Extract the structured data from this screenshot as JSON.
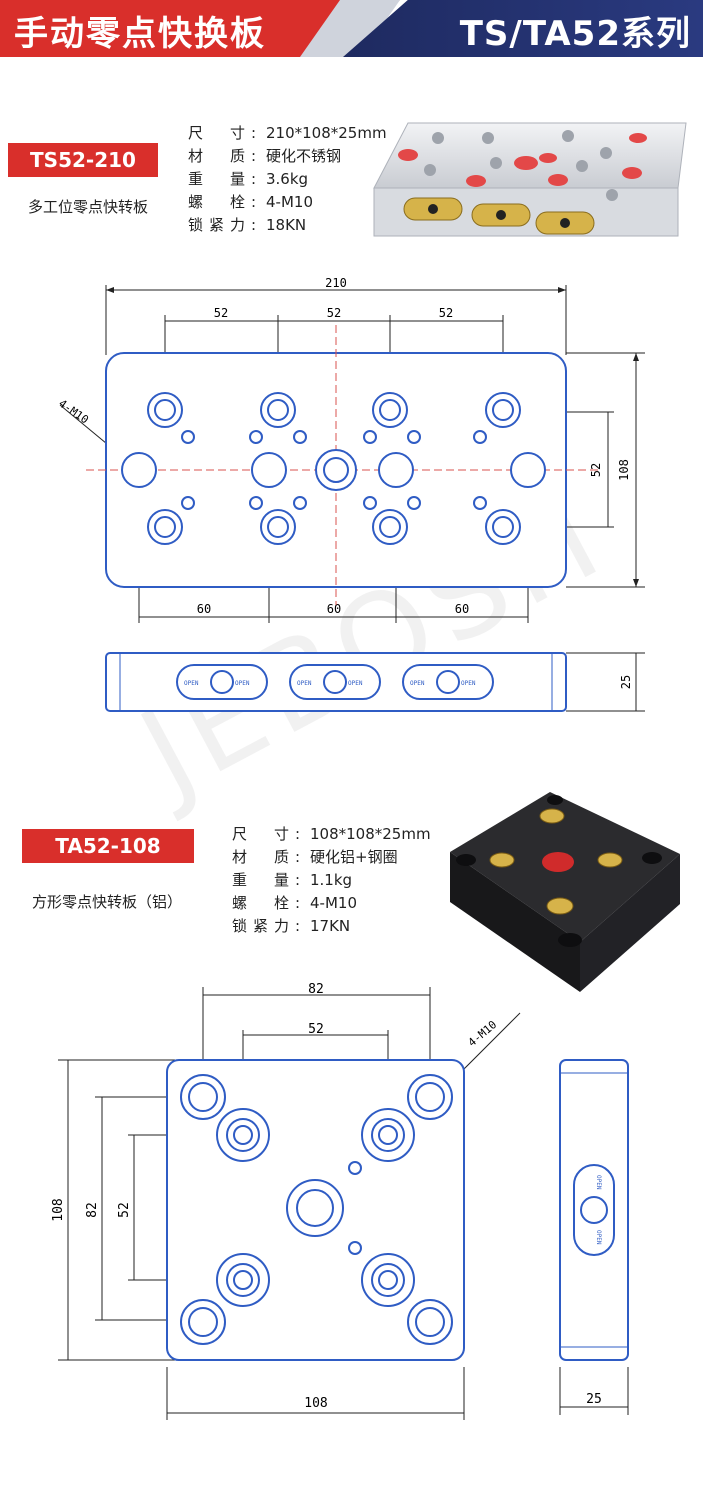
{
  "header": {
    "title": "手动零点快换板",
    "series": "TS/TA52系列"
  },
  "watermark": "JEBOSH",
  "product1": {
    "model": "TS52-210",
    "subtitle": "多工位零点快转板",
    "specs": [
      {
        "key": "尺　寸:",
        "value": "210*108*25mm"
      },
      {
        "key": "材　质:",
        "value": "硬化不锈钢"
      },
      {
        "key": "重　量:",
        "value": "3.6kg"
      },
      {
        "key": "螺　栓:",
        "value": "4-M10"
      },
      {
        "key": "锁紧力:",
        "value": "18KN"
      }
    ],
    "drawing": {
      "width": "210",
      "height": "108",
      "thickness": "25",
      "pitch_top": [
        "52",
        "52",
        "52"
      ],
      "pitch_bottom": [
        "60",
        "60",
        "60"
      ],
      "pitch_side": "52",
      "bolt": "4-M10",
      "open_label": "OPEN"
    }
  },
  "product2": {
    "model": "TA52-108",
    "subtitle": "方形零点快转板（铝）",
    "specs": [
      {
        "key": "尺　寸:",
        "value": "108*108*25mm"
      },
      {
        "key": "材　质:",
        "value": "硬化铝+钢圈"
      },
      {
        "key": "重　量:",
        "value": "1.1kg"
      },
      {
        "key": "螺　栓:",
        "value": "4-M10"
      },
      {
        "key": "锁紧力:",
        "value": "17KN"
      }
    ],
    "drawing": {
      "width": "108",
      "height": "108",
      "thickness": "25",
      "pitch_outer": "82",
      "pitch_inner": "52",
      "bolt": "4-M10",
      "open_label": "OPEN"
    }
  }
}
